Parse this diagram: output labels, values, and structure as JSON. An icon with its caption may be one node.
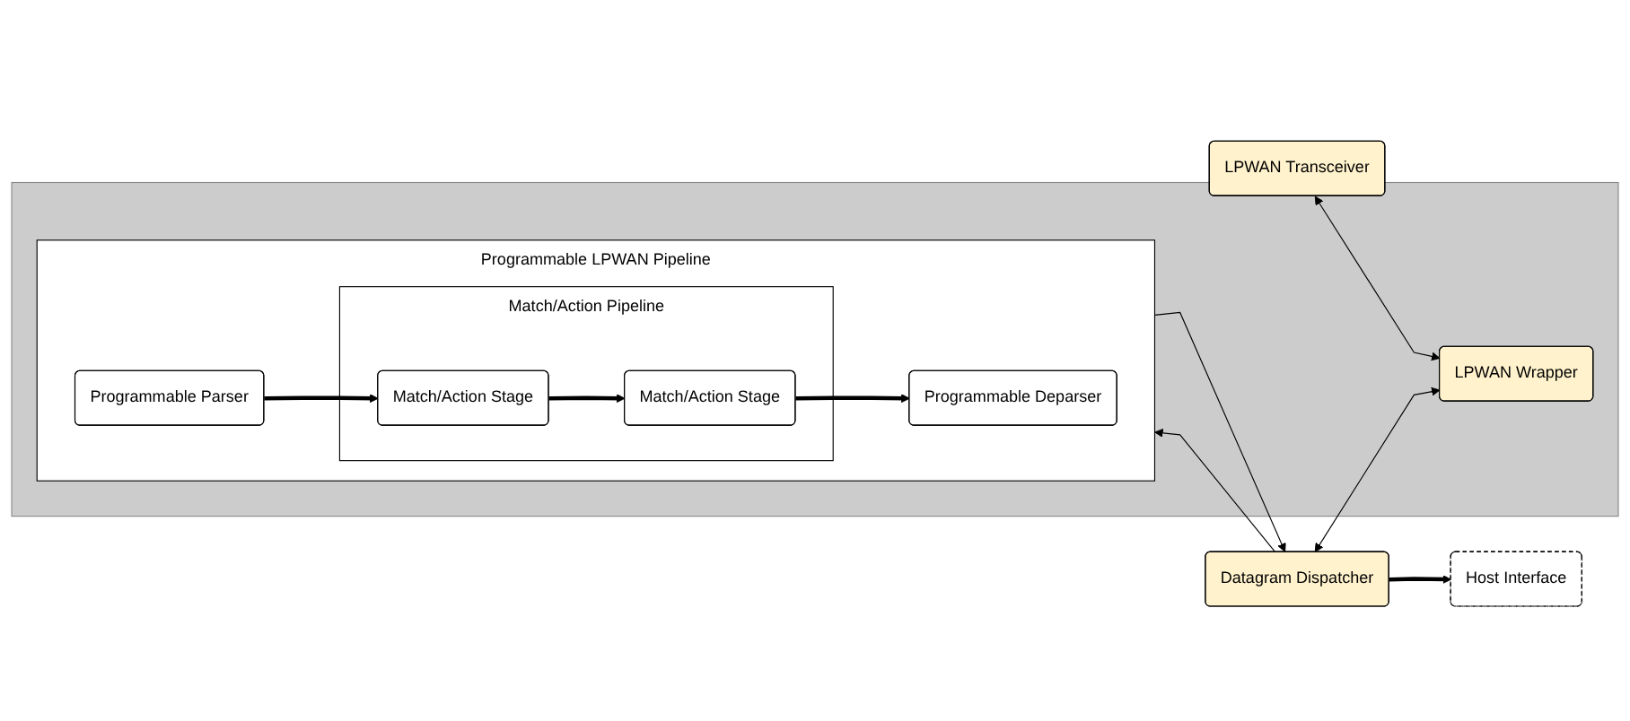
{
  "diagram": {
    "nodes": [
      {
        "text": [],
        "shape": "box"
      },
      {
        "text": [
          "LPWAN Transceiver"
        ]
      },
      {
        "text": [
          "LPWAN Wrapper"
        ],
        "in": 0
      },
      {
        "text": [
          "Programmable LPWAN Pipeline"
        ],
        "in": 0
      },
      {
        "text": [
          "Programmable Parser"
        ],
        "in": 3
      },
      {
        "text": [
          "Match/Action Pipeline"
        ],
        "in": 3
      },
      {
        "text": [
          "Match/Action Stage"
        ],
        "in": 5
      },
      {
        "text": [
          "Match/Action Stage"
        ],
        "in": 5
      },
      {
        "text": [
          "Programmable Deparser"
        ],
        "in": 3
      },
      {
        "text": [
          "Datagram Dispatcher"
        ]
      },
      {
        "text": [
          "Host Interface"
        ]
      }
    ],
    "edges": [
      {
        "from": 1,
        "to": 2,
        "arrow": "both"
      },
      {
        "from": 9,
        "to": 2,
        "arrow": "both"
      },
      {
        "from": 9,
        "to": 3,
        "arrow": "to"
      },
      {
        "from": 4,
        "to": 6,
        "arrow": "to",
        "style": "thick"
      },
      {
        "from": 6,
        "to": 7,
        "arrow": "to",
        "style": "thick"
      },
      {
        "from": 7,
        "to": 8,
        "arrow": "to",
        "style": "thick"
      },
      {
        "from": 3,
        "to": 9,
        "arrow": "to"
      },
      {
        "from": 9,
        "to": 10,
        "arrow": "to",
        "style": "thick"
      }
    ]
  }
}
